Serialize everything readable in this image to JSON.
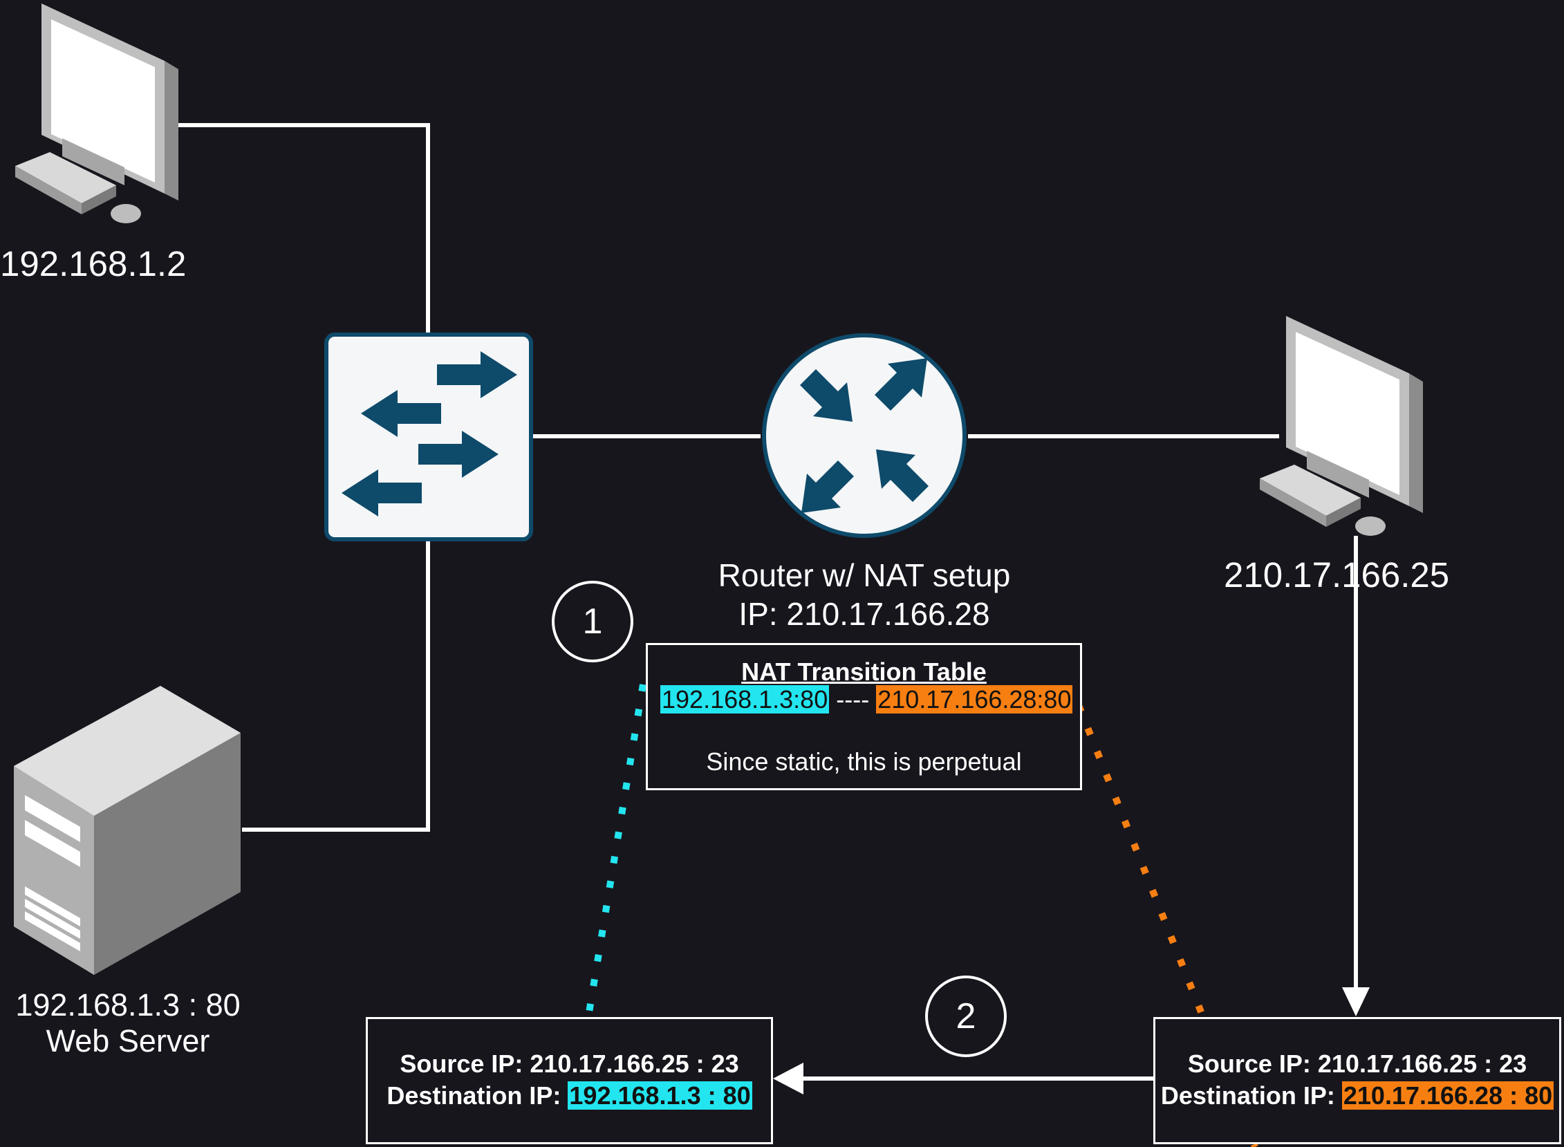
{
  "nodes": {
    "client_top": {
      "ip": "192.168.1.2"
    },
    "web_server": {
      "ip_port": "192.168.1.3 : 80",
      "role": "Web Server"
    },
    "router": {
      "title": "Router w/ NAT setup",
      "ip_line": "IP: 210.17.166.28"
    },
    "external_host": {
      "ip": "210.17.166.25"
    }
  },
  "nat_table": {
    "title": "NAT Transition Table",
    "inside": "192.168.1.3:80",
    "separator": " ---- ",
    "outside": "210.17.166.28:80",
    "note": "Since static, this is perpetual"
  },
  "steps": {
    "one": "1",
    "two": "2"
  },
  "packet_inbound": {
    "source_label": "Source IP: ",
    "source_value": "210.17.166.25 : 23",
    "dest_label": "Destination IP: ",
    "dest_value": "210.17.166.28 : 80"
  },
  "packet_translated": {
    "source_label": "Source IP: ",
    "source_value": "210.17.166.25 : 23",
    "dest_label": "Destination IP: ",
    "dest_value": "192.168.1.3 : 80"
  },
  "colors": {
    "background": "#18161d",
    "inside_highlight": "#22e5ef",
    "outside_highlight": "#f77f12",
    "device_icon": "#0e4a6a"
  }
}
